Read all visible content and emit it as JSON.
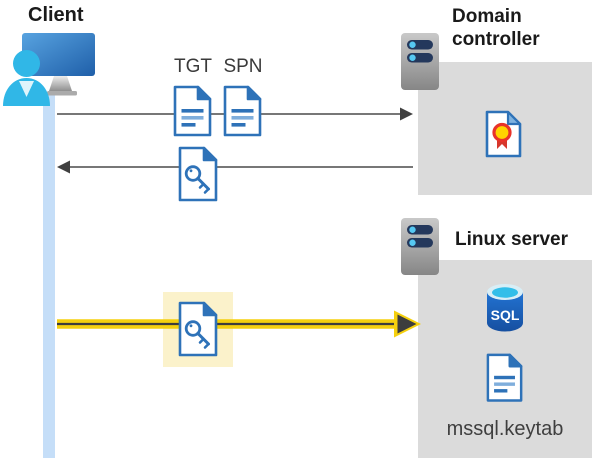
{
  "client": {
    "label": "Client"
  },
  "domain_controller": {
    "label": "Domain controller"
  },
  "linux_server": {
    "label": "Linux server",
    "sql_badge": "SQL",
    "keytab_label": "mssql.keytab"
  },
  "tickets": {
    "tgt_label": "TGT",
    "spn_label": "SPN"
  },
  "icons": {
    "client": "client-workstation-icon",
    "domain_controller": "server-icon",
    "linux_server": "server-icon",
    "tgt": "document-icon",
    "spn": "document-icon",
    "service_ticket_returned": "key-file-icon",
    "service_ticket_used": "key-file-icon",
    "certificate": "certificate-icon",
    "sql_database": "sql-database-icon",
    "keytab_file": "document-icon"
  },
  "colors": {
    "document_blue": "#2E72B8",
    "person_cyan": "#30B7E7",
    "monitor_blue": "#2161AB",
    "lifeline_blue": "#C5DEF8",
    "panel_gray": "#DBDBDB",
    "server_navy": "#24385C",
    "server_dot_cyan": "#56C8F2",
    "arrow_dark": "#404040",
    "arrow_yellow": "#F5D00E",
    "highlight_yellow": "#FBF2CB",
    "sql_blue": "#1C63BE",
    "sql_top_cyan": "#32BEE9",
    "cert_gold": "#FFD400",
    "cert_red": "#D6372C"
  }
}
